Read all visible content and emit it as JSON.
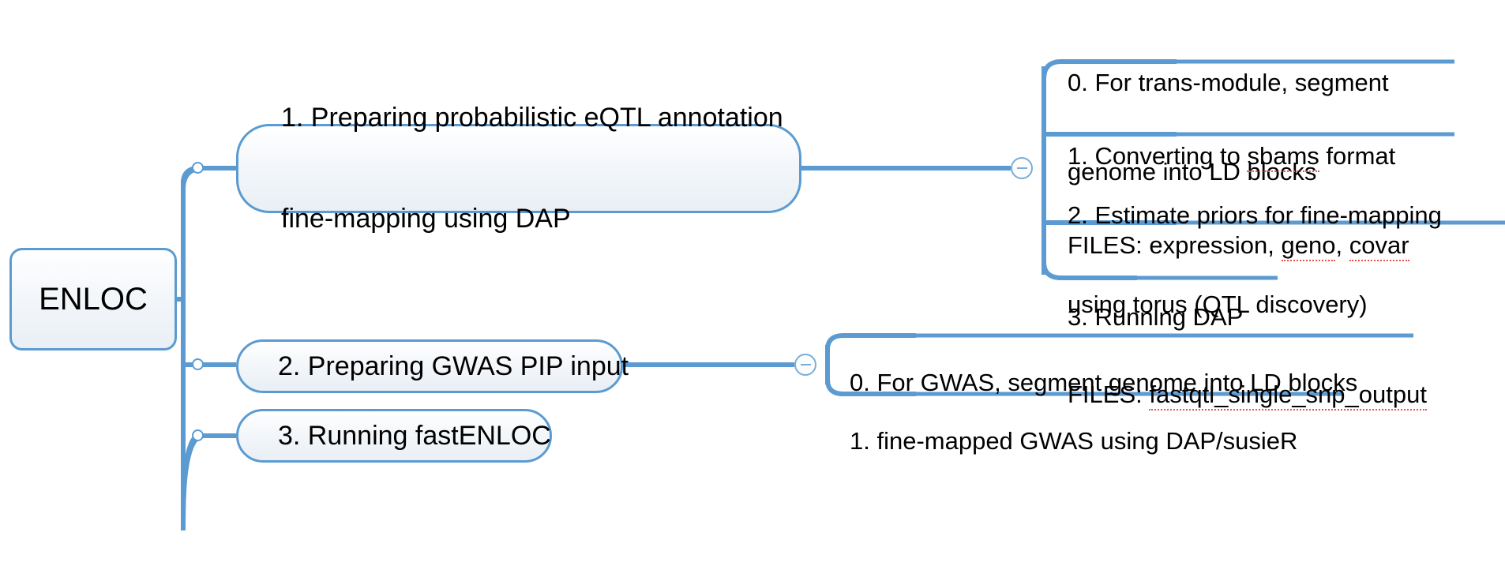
{
  "diagram": {
    "type": "mindmap",
    "title": "ENLOC workflow mind map",
    "accent_color": "#5b9bd1",
    "node_fill": "#eff3f8",
    "text_color": "#000000",
    "spellcheck_underline_color": "#e8534a"
  },
  "root": {
    "label": "ENLOC"
  },
  "branches": [
    {
      "id": "branch-1",
      "label_line_1": "1. Preparing probabilistic eQTL annotation",
      "label_line_2": "fine-mapping using DAP",
      "toggle": "collapse-minus",
      "children": [
        {
          "id": "b1-c0",
          "line_1": "0. For trans-module, segment",
          "line_2": "genome into LD blocks"
        },
        {
          "id": "b1-c1",
          "line_1_pre": "1. Converting to ",
          "line_1_misspelled": "sbams",
          "line_1_post": " format",
          "line_2_pre": "FILES: expression, ",
          "line_2_misspelled_a": "geno",
          "line_2_mid": ", ",
          "line_2_misspelled_b": "covar"
        },
        {
          "id": "b1-c2",
          "line_1": "2. Estimate priors for fine-mapping",
          "line_2": "using torus (QTL discovery)",
          "line_3_pre": "FILES: ",
          "line_3_misspelled": "fastqtl_single_snp_output"
        },
        {
          "id": "b1-c3",
          "line_1": "3. Running DAP"
        }
      ]
    },
    {
      "id": "branch-2",
      "label_line_1": "2. Preparing GWAS PIP input",
      "toggle": "collapse-minus",
      "children": [
        {
          "id": "b2-c0",
          "line_1": "0. For GWAS, segment genome into LD blocks"
        },
        {
          "id": "b2-c1",
          "line_1": "1. fine-mapped GWAS using DAP/susieR"
        }
      ]
    },
    {
      "id": "branch-3",
      "label_line_1": "3. Running fastENLOC",
      "children": []
    }
  ]
}
